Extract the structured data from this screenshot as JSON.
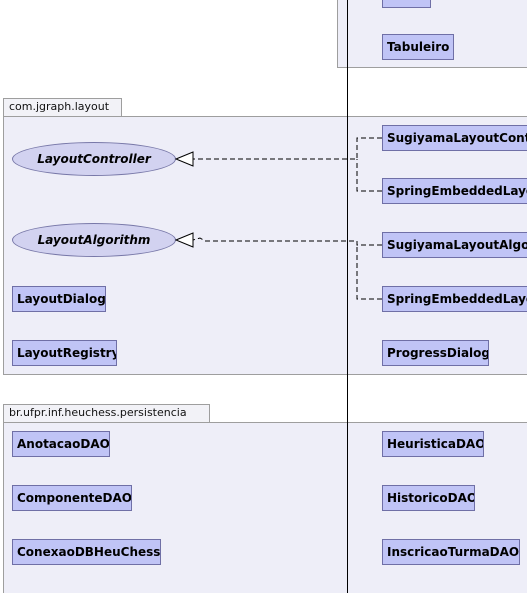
{
  "diagram": {
    "packages": {
      "top": {
        "classes": {
          "tabuleiro": "Tabuleiro"
        }
      },
      "layout": {
        "name": "com.jgraph.layout",
        "interfaces": {
          "controller": "LayoutController",
          "algorithm": "LayoutAlgorithm"
        },
        "classes": {
          "dialog": "LayoutDialog",
          "registry": "LayoutRegistry",
          "sugiyama_controller": "SugiyamaLayoutController",
          "spring_controller": "SpringEmbeddedLayoutController",
          "sugiyama_algorithm": "SugiyamaLayoutAlgorithm",
          "spring_algorithm": "SpringEmbeddedLayoutAlgorithm",
          "progress_dialog": "ProgressDialog"
        }
      },
      "persistencia": {
        "name": "br.ufpr.inf.heuchess.persistencia",
        "classes": {
          "anotacao": "AnotacaoDAO",
          "componente": "ComponenteDAO",
          "conexao": "ConexaoDBHeuChess",
          "heuristica": "HeuristicaDAO",
          "historico": "HistoricoDAO",
          "inscricao": "InscricaoTurmaDAO"
        }
      }
    },
    "colors": {
      "class_fill": "#c0c4f6",
      "class_border": "#6f6fa6",
      "package_fill": "#eeeef8",
      "interface_fill": "#d2d2f0",
      "connector": "#000000"
    }
  }
}
